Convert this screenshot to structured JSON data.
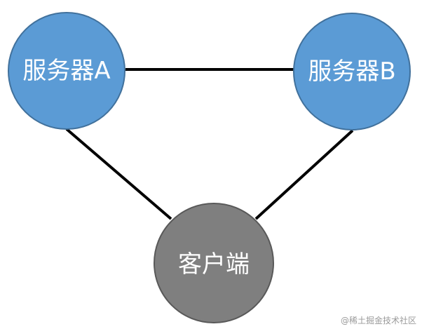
{
  "nodes": {
    "server_a": {
      "label": "服务器A",
      "color": "#5b9bd5",
      "stroke": "#41719c"
    },
    "server_b": {
      "label": "服务器B",
      "color": "#5b9bd5",
      "stroke": "#41719c"
    },
    "client": {
      "label": "客户端",
      "color": "#7f7f7f",
      "stroke": "#595959"
    }
  },
  "edges": [
    {
      "from": "server_a",
      "to": "server_b"
    },
    {
      "from": "server_a",
      "to": "client"
    },
    {
      "from": "server_b",
      "to": "client"
    }
  ],
  "edge_color": "#000000",
  "watermark": "@稀土掘金技术社区"
}
